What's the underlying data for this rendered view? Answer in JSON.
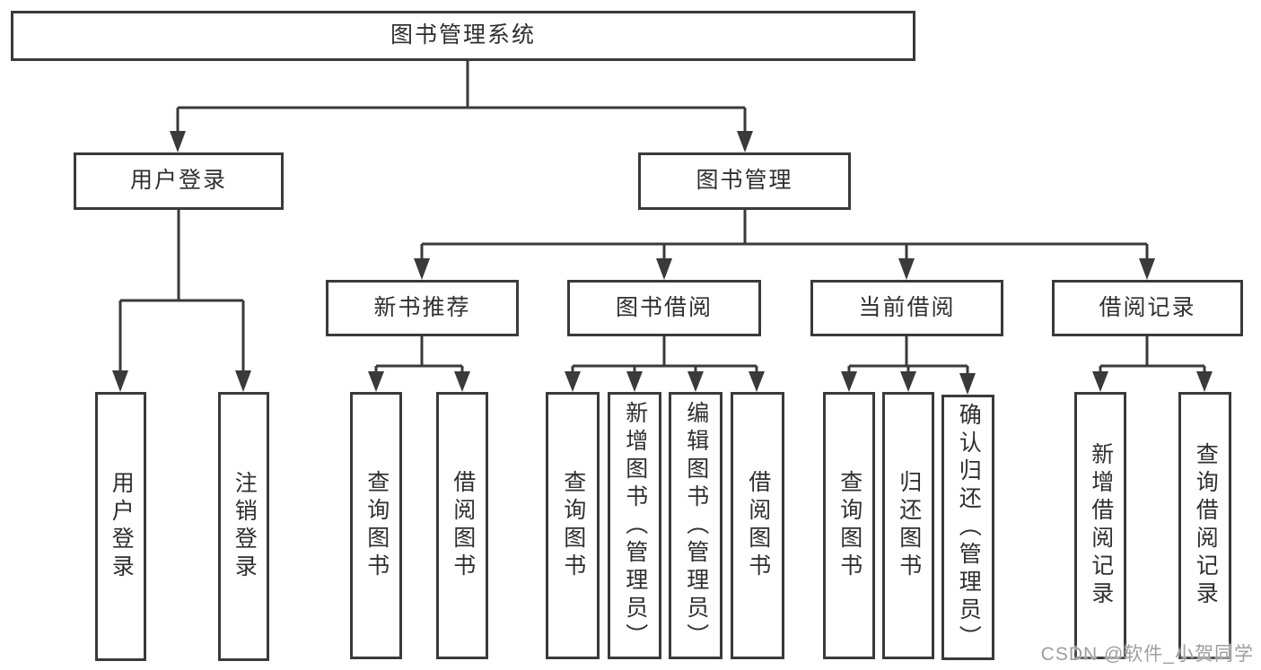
{
  "diagram": {
    "nodes": {
      "root": "图书管理系统",
      "user_login": "用户登录",
      "book_management": "图书管理",
      "new_book_recommend": "新书推荐",
      "book_borrowing": "图书借阅",
      "current_borrowing": "当前借阅",
      "borrowing_records": "借阅记录",
      "leaf_user_login": "用户登录",
      "leaf_logout": "注销登录",
      "leaf_recommend_query_books": "查询图书",
      "leaf_recommend_borrow_books": "借阅图书",
      "leaf_borrowing_query_books": "查询图书",
      "leaf_borrowing_add_books_admin": "新增图书（管理员）",
      "leaf_borrowing_edit_books_admin": "编辑图书（管理员）",
      "leaf_borrowing_borrow_books": "借阅图书",
      "leaf_current_query_books": "查询图书",
      "leaf_current_return_books": "归还图书",
      "leaf_current_confirm_return_admin": "确认归还（管理员）",
      "leaf_records_add_record": "新增借阅记录",
      "leaf_records_query_record": "查询借阅记录"
    },
    "watermark": "CSDN @软件_小贺同学"
  },
  "colors": {
    "line": "#3a3a3a",
    "text": "#2f2f2f",
    "box_bg": "#ffffff",
    "page_bg": "#ffffff",
    "watermark": "#9e9e9e"
  }
}
